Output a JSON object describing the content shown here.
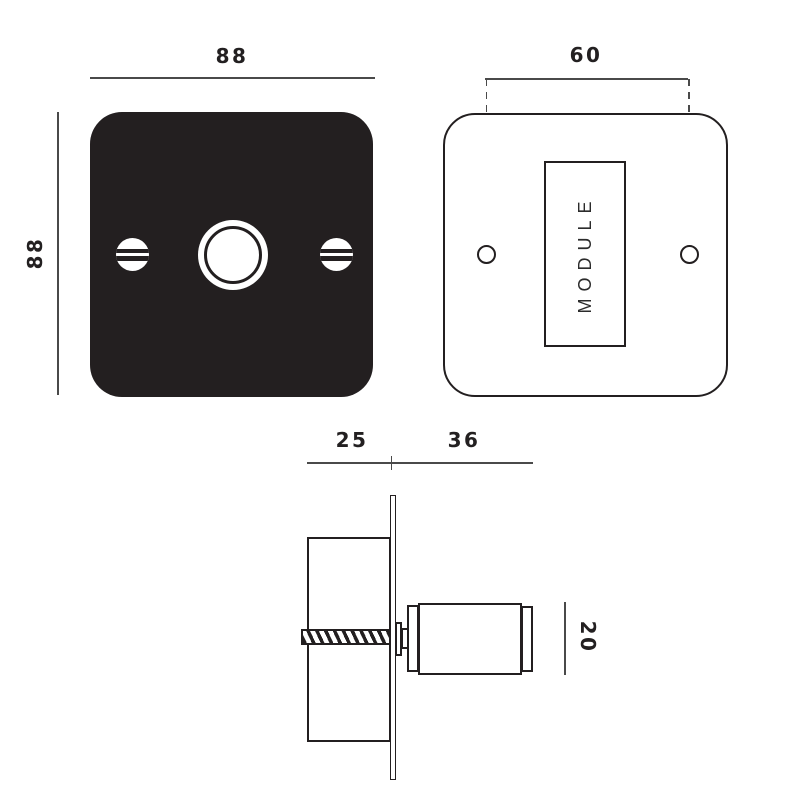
{
  "drawing_title": "dimmer-switch-technical-drawing",
  "colors": {
    "ink": "#231f20",
    "dimension_line": "#4a4a4a",
    "background": "#ffffff"
  },
  "front_view": {
    "width_label": "88",
    "height_label": "88"
  },
  "back_view": {
    "hole_spacing_label": "60",
    "module_label": "MODULE"
  },
  "side_view": {
    "box_depth_label": "25",
    "knob_projection_label": "36",
    "knob_diameter_label": "20"
  }
}
